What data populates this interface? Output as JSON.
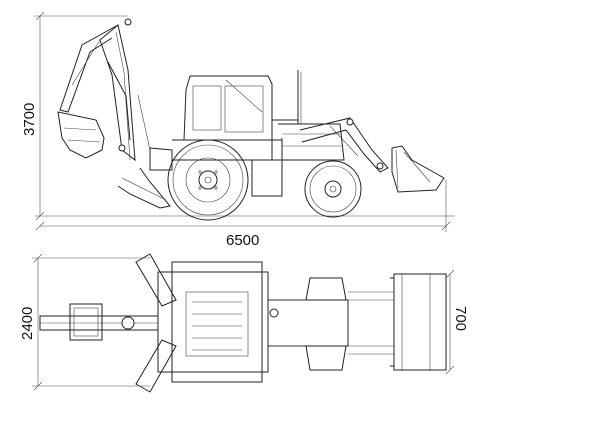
{
  "dimensions": {
    "height_label": "3700",
    "length_label": "6500",
    "width_label": "2400",
    "bucket_width_label": "700"
  }
}
